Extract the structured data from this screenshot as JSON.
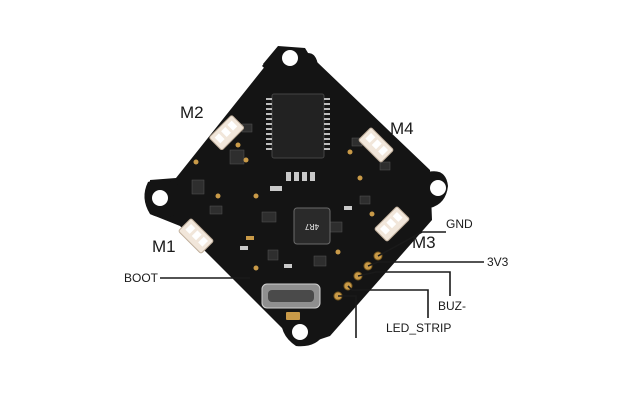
{
  "diagram": {
    "board": {
      "name": "flight-controller-board",
      "board_color": "#141414",
      "silk_color": "#d9d9d9",
      "connector_color": "#f1e6da",
      "pad_color": "#c99a48"
    },
    "motors": {
      "m1": "M1",
      "m2": "M2",
      "m3": "M3",
      "m4": "M4"
    },
    "pins": {
      "gnd": "GND",
      "v33": "3V3",
      "boot": "BOOT",
      "buz": "BUZ-",
      "led_strip": "LED_STRIP"
    },
    "inductor_marking": "4R7",
    "usb_port": "micro-usb-port"
  }
}
